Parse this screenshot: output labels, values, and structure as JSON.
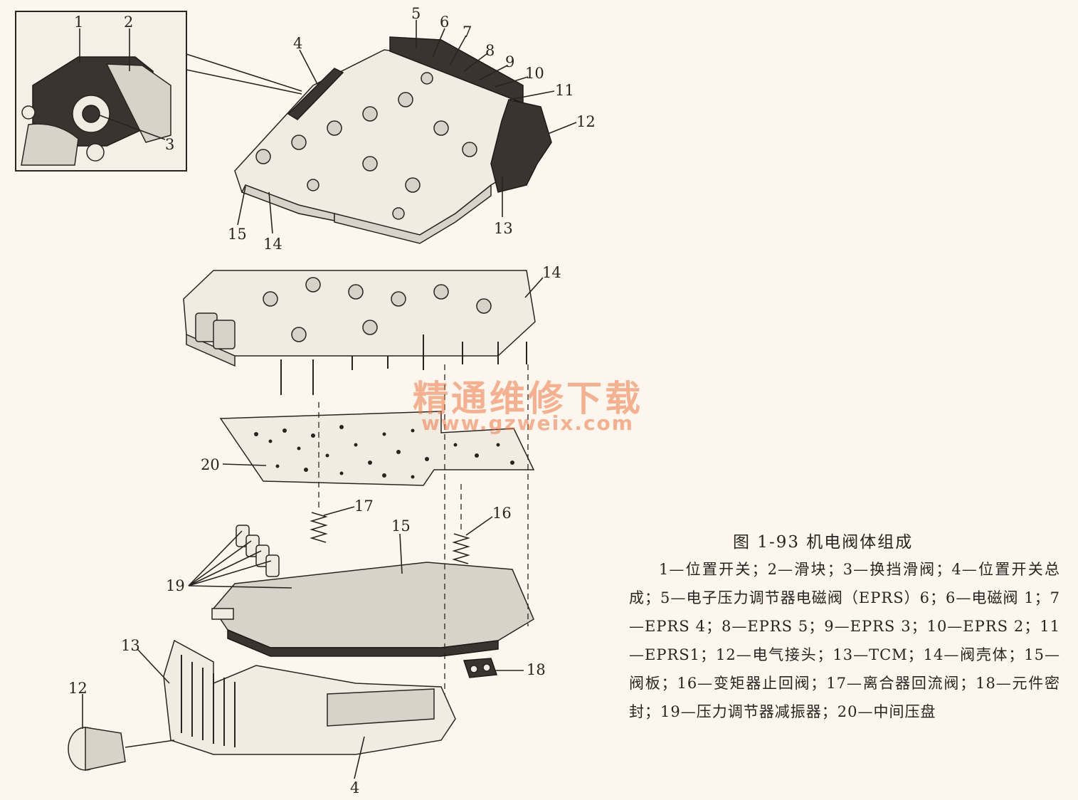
{
  "figure": {
    "caption_title": "图 1-93   机电阀体组成",
    "caption_body": "1—位置开关；2—滑块；3—换挡滑阀；4—位置开关总成；5—电子压力调节器电磁阀（EPRS）6；6—电磁阀 1；7—EPRS 4；8—EPRS 5；9—EPRS 3；10—EPRS 2；11—EPRS1；12—电气接头；13—TCM；14—阀壳体；15—阀板；16—变矩器止回阀；17—离合器回流阀；18—元件密封；19—压力调节器减振器；20—中间压盘"
  },
  "watermark": {
    "text_cn": "精通维修下载",
    "text_url": "www.gzweix.com"
  },
  "callouts": {
    "c1": "1",
    "c2": "2",
    "c3": "3",
    "c4_top": "4",
    "c5": "5",
    "c6": "6",
    "c7": "7",
    "c8": "8",
    "c9": "9",
    "c10": "10",
    "c11": "11",
    "c12_top": "12",
    "c13_top": "13",
    "c14_top": "14",
    "c15_top": "15",
    "c14_mid": "14",
    "c20": "20",
    "c17": "17",
    "c16": "16",
    "c15_mid": "15",
    "c19": "19",
    "c13_bot": "13",
    "c18": "18",
    "c12_bot": "12",
    "c4_bot": "4"
  },
  "colors": {
    "paper": "#fdf6ee",
    "ink": "#2a2420",
    "watermark": "#ec7846"
  }
}
